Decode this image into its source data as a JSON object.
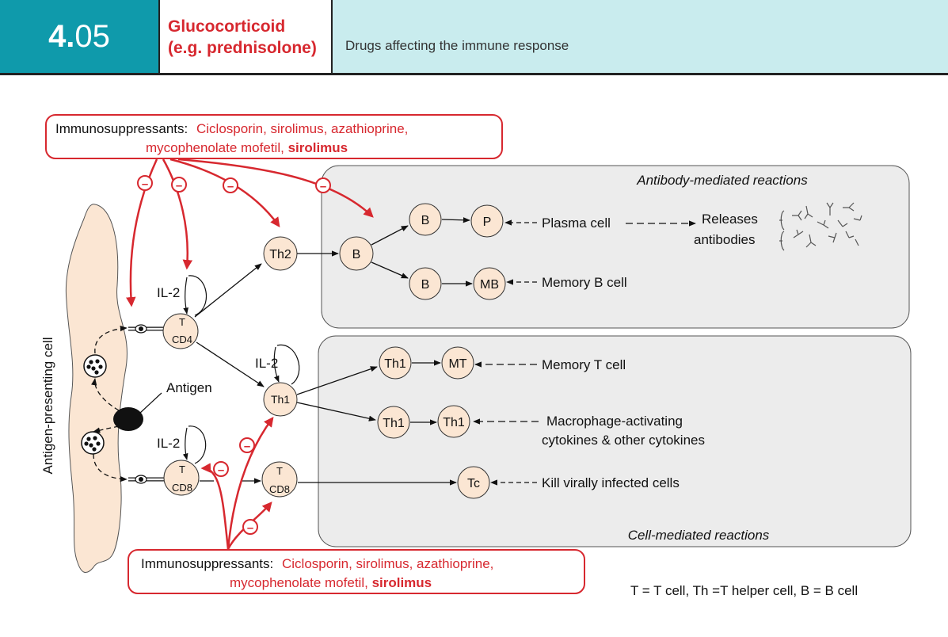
{
  "header": {
    "section_prefix": "4.",
    "section_suffix": "05",
    "title_line1": "Glucocorticoid",
    "title_line2": "(e.g. prednisolone)",
    "subtitle": "Drugs affecting the immune response"
  },
  "boxes": {
    "top_label": "Immunosuppressants:",
    "top_drugs_line1": "Ciclosporin, sirolimus, azathioprine,",
    "top_drugs_line2a": "mycophenolate mofetil,",
    "top_drugs_line2b": "sirolimus",
    "bottom_label": "Immunosuppressants:",
    "bottom_drugs_line1": "Ciclosporin, sirolimus, azathioprine,",
    "bottom_drugs_line2a": "mycophenolate mofetil,",
    "bottom_drugs_line2b": "sirolimus"
  },
  "regions": {
    "antibody": "Antibody-mediated reactions",
    "cell": "Cell-mediated reactions",
    "apc": "Antigen-presenting cell"
  },
  "cells": {
    "t_cd4_t": "T",
    "t_cd4_cd": "CD4",
    "t_cd8_t": "T",
    "t_cd8_cd": "CD8",
    "t2_cd8_t": "T",
    "t2_cd8_cd": "CD8",
    "th2": "Th2",
    "th1": "Th1",
    "b": "B",
    "b_top": "B",
    "b_bot": "B",
    "p": "P",
    "mb": "MB",
    "th1_a": "Th1",
    "mt": "MT",
    "th1_b": "Th1",
    "th1_c": "Th1",
    "tc": "Tc"
  },
  "labels": {
    "il2_a": "IL-2",
    "il2_b": "IL-2",
    "il2_c": "IL-2",
    "antigen": "Antigen",
    "plasma_cell": "Plasma cell",
    "releases_line1": "Releases",
    "releases_line2": "antibodies",
    "memory_b": "Memory B cell",
    "memory_t": "Memory T cell",
    "macro_line1": "Macrophage-activating",
    "macro_line2": "cytokines  & other cytokines",
    "kill": "Kill virally infected cells",
    "inhibit": "–",
    "legend": "T = T cell,  Th =T helper cell, B = B cell"
  },
  "colors": {
    "header_teal": "#0f9aab",
    "header_light": "#c9ecee",
    "drug_red": "#d7282f",
    "cell_fill": "#fbe6d3",
    "region_fill": "#ececec"
  }
}
